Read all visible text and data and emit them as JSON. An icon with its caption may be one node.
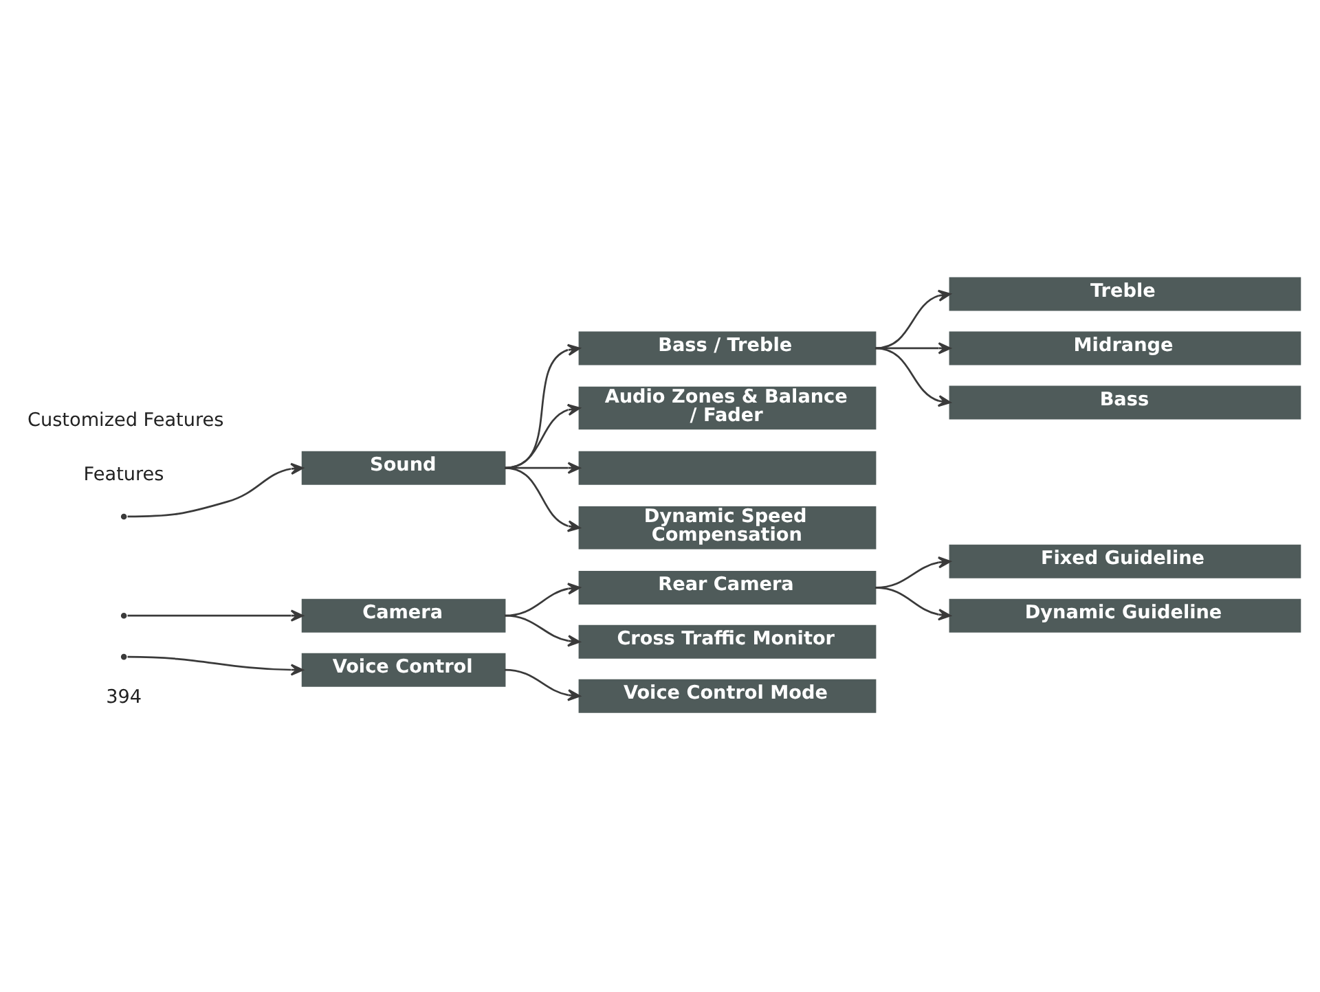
{
  "diagram": {
    "nodes": [
      {
        "text": [
          "Sound"
        ]
      },
      {
        "text": [
          "Bass / Treble"
        ]
      },
      {
        "text": [
          "Treble"
        ]
      },
      {
        "text": [
          "Midrange"
        ]
      },
      {
        "text": [
          "Bass"
        ]
      },
      {
        "text": [
          "Audio Zones & Balance / Fader"
        ]
      },
      {
        "text": [],
        "shape": "box"
      },
      {
        "text": [
          "Dynamic Speed Compensation"
        ]
      },
      {
        "text": [
          "Camera"
        ]
      },
      {
        "text": [
          "Rear Camera"
        ]
      },
      {
        "text": [
          "Fixed Guideline"
        ]
      },
      {
        "text": [
          "Dynamic Guideline"
        ]
      },
      {
        "text": [
          "Cross Traffic Monitor"
        ]
      },
      {
        "text": [
          "Voice Control"
        ]
      },
      {
        "text": [
          "Voice Control Mode"
        ]
      }
    ],
    "edges": [
      {
        "from": null,
        "to": 0,
        "arrow": "to"
      },
      {
        "from": 0,
        "to": 1,
        "arrow": "to"
      },
      {
        "from": 1,
        "to": 2,
        "arrow": "to"
      },
      {
        "from": 1,
        "to": 3,
        "arrow": "to"
      },
      {
        "from": 1,
        "to": 4,
        "arrow": "to"
      },
      {
        "from": 0,
        "to": 5,
        "arrow": "to"
      },
      {
        "from": 0,
        "to": 6,
        "arrow": "to"
      },
      {
        "from": 0,
        "to": 7,
        "arrow": "to"
      },
      {
        "from": null,
        "to": 8,
        "arrow": "to"
      },
      {
        "from": 8,
        "to": 9,
        "arrow": "to"
      },
      {
        "from": 9,
        "to": 10,
        "arrow": "to"
      },
      {
        "from": 9,
        "to": 11,
        "arrow": "to"
      },
      {
        "from": 8,
        "to": 12,
        "arrow": "to"
      },
      {
        "from": null,
        "to": 13,
        "arrow": "to"
      },
      {
        "from": 13,
        "to": 14,
        "arrow": "to"
      }
    ],
    "labels": [
      "Customized Features",
      "Features",
      "394"
    ]
  }
}
